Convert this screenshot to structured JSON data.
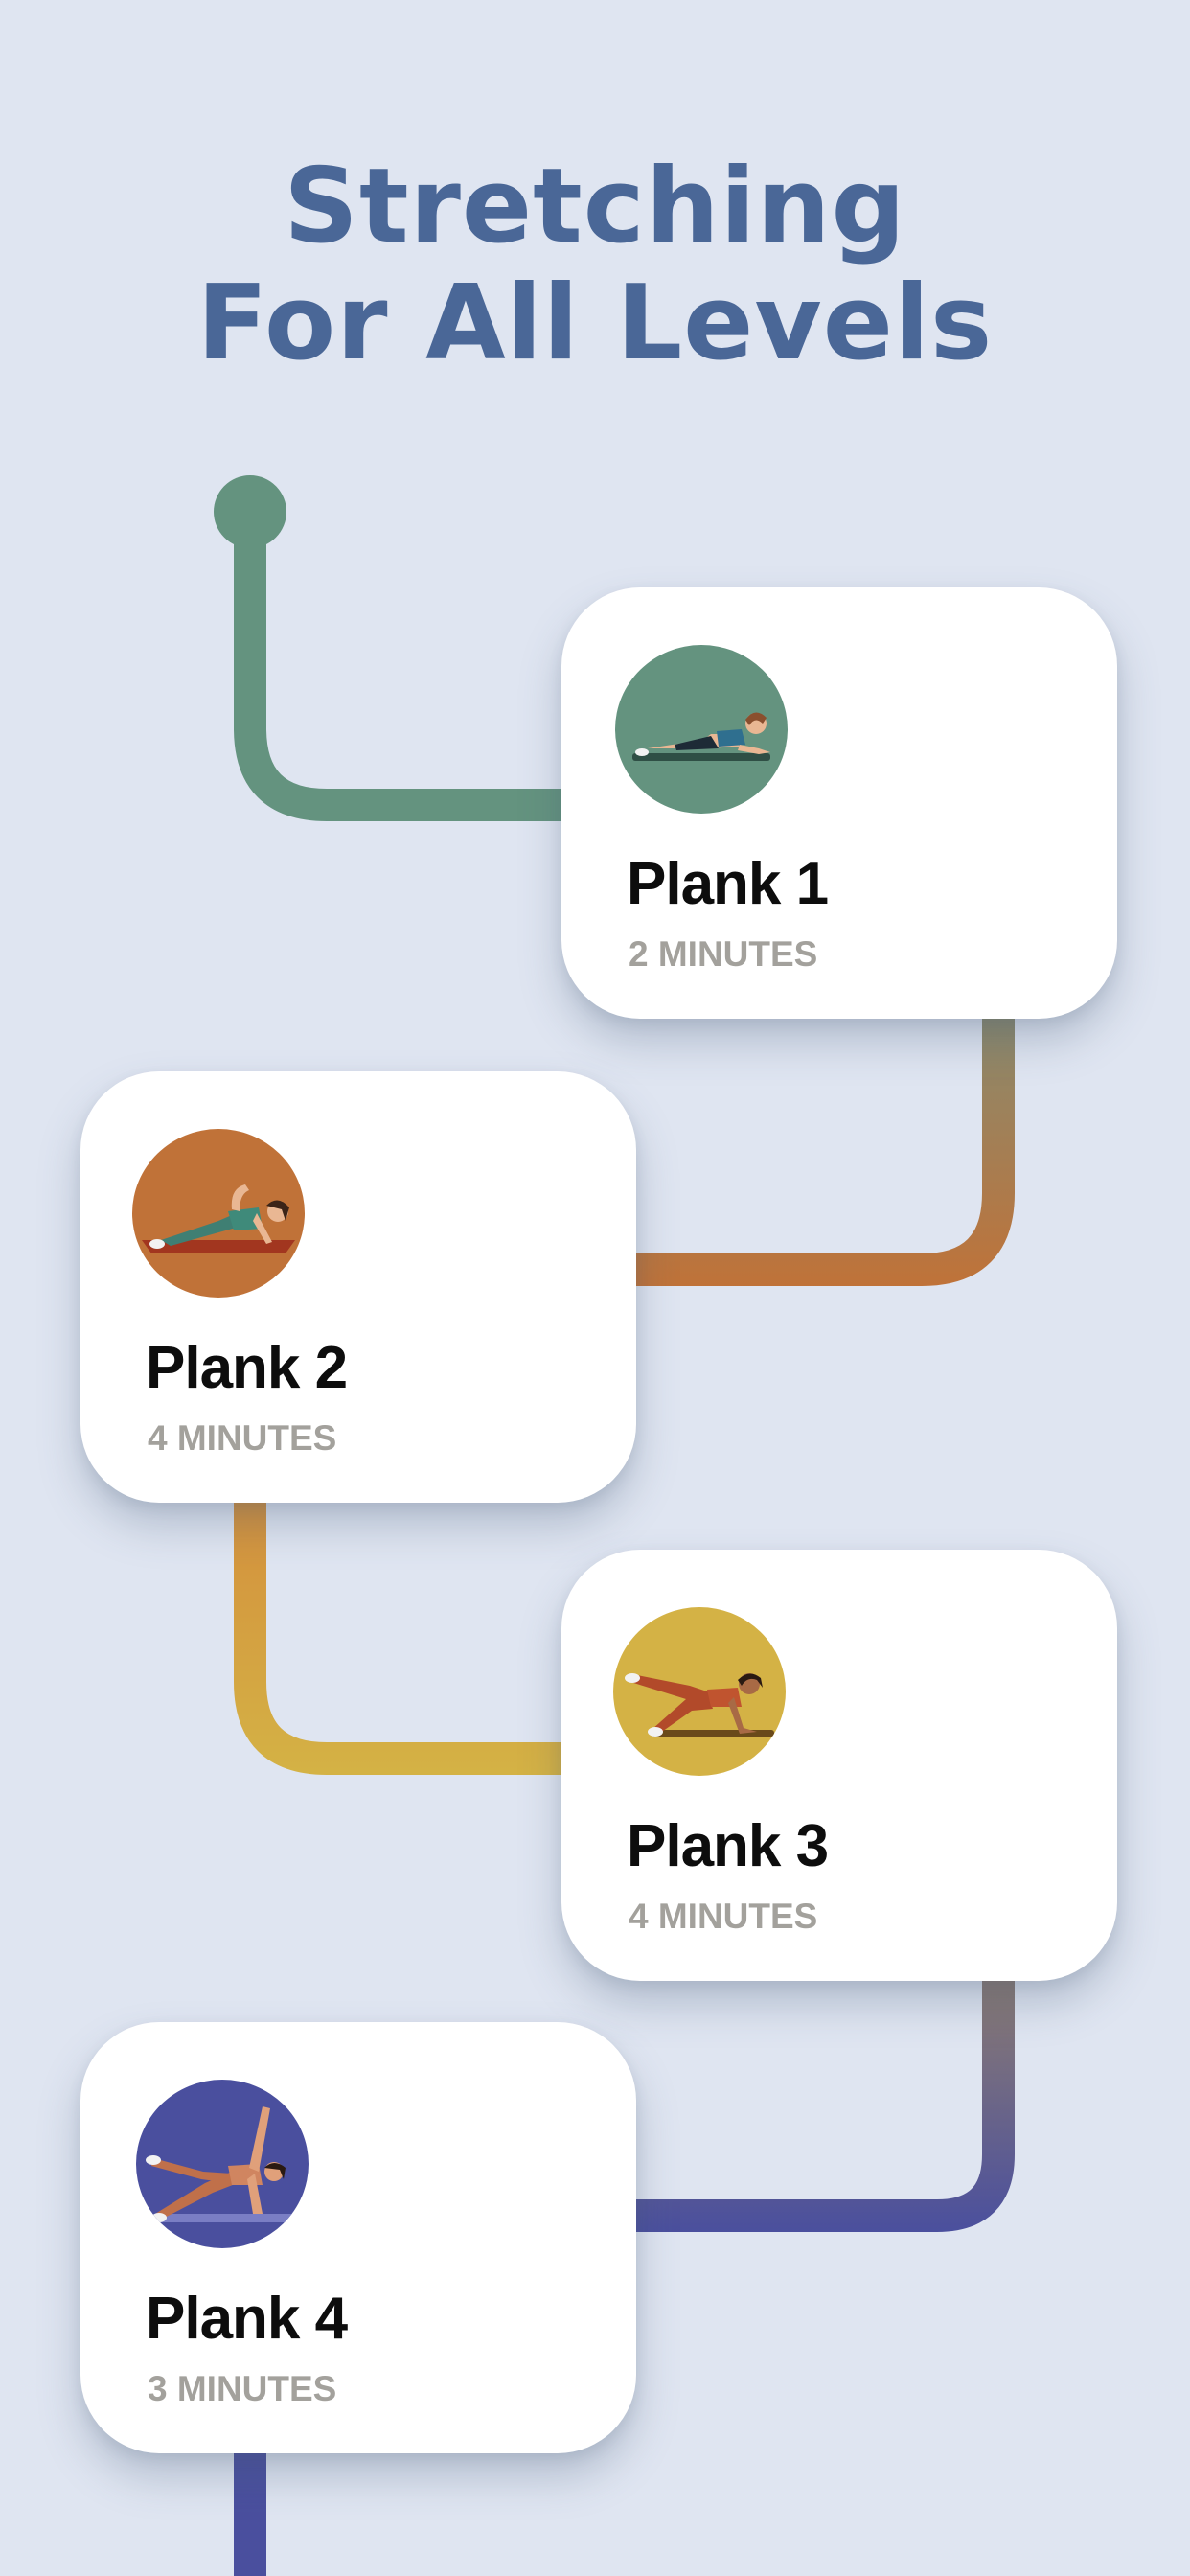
{
  "header": {
    "title_line1": "Stretching",
    "title_line2": "For All Levels"
  },
  "colors": {
    "background": "#dfe5f1",
    "title": "#4a6797",
    "path_green": "#64937f",
    "path_orange": "#c07238",
    "path_yellow": "#d4b245",
    "path_indigo": "#4a4f9e",
    "card_title": "#0d0d0d",
    "card_duration": "#a3a19c"
  },
  "exercises": [
    {
      "name": "Plank 1",
      "duration": "2 MINUTES",
      "icon": "plank-figure-icon",
      "color": "#64937f"
    },
    {
      "name": "Plank 2",
      "duration": "4 MINUTES",
      "icon": "side-plank-figure-icon",
      "color": "#c07238"
    },
    {
      "name": "Plank 3",
      "duration": "4 MINUTES",
      "icon": "leg-raise-plank-figure-icon",
      "color": "#d4b245"
    },
    {
      "name": "Plank 4",
      "duration": "3 MINUTES",
      "icon": "star-plank-figure-icon",
      "color": "#4a4f9e"
    }
  ]
}
